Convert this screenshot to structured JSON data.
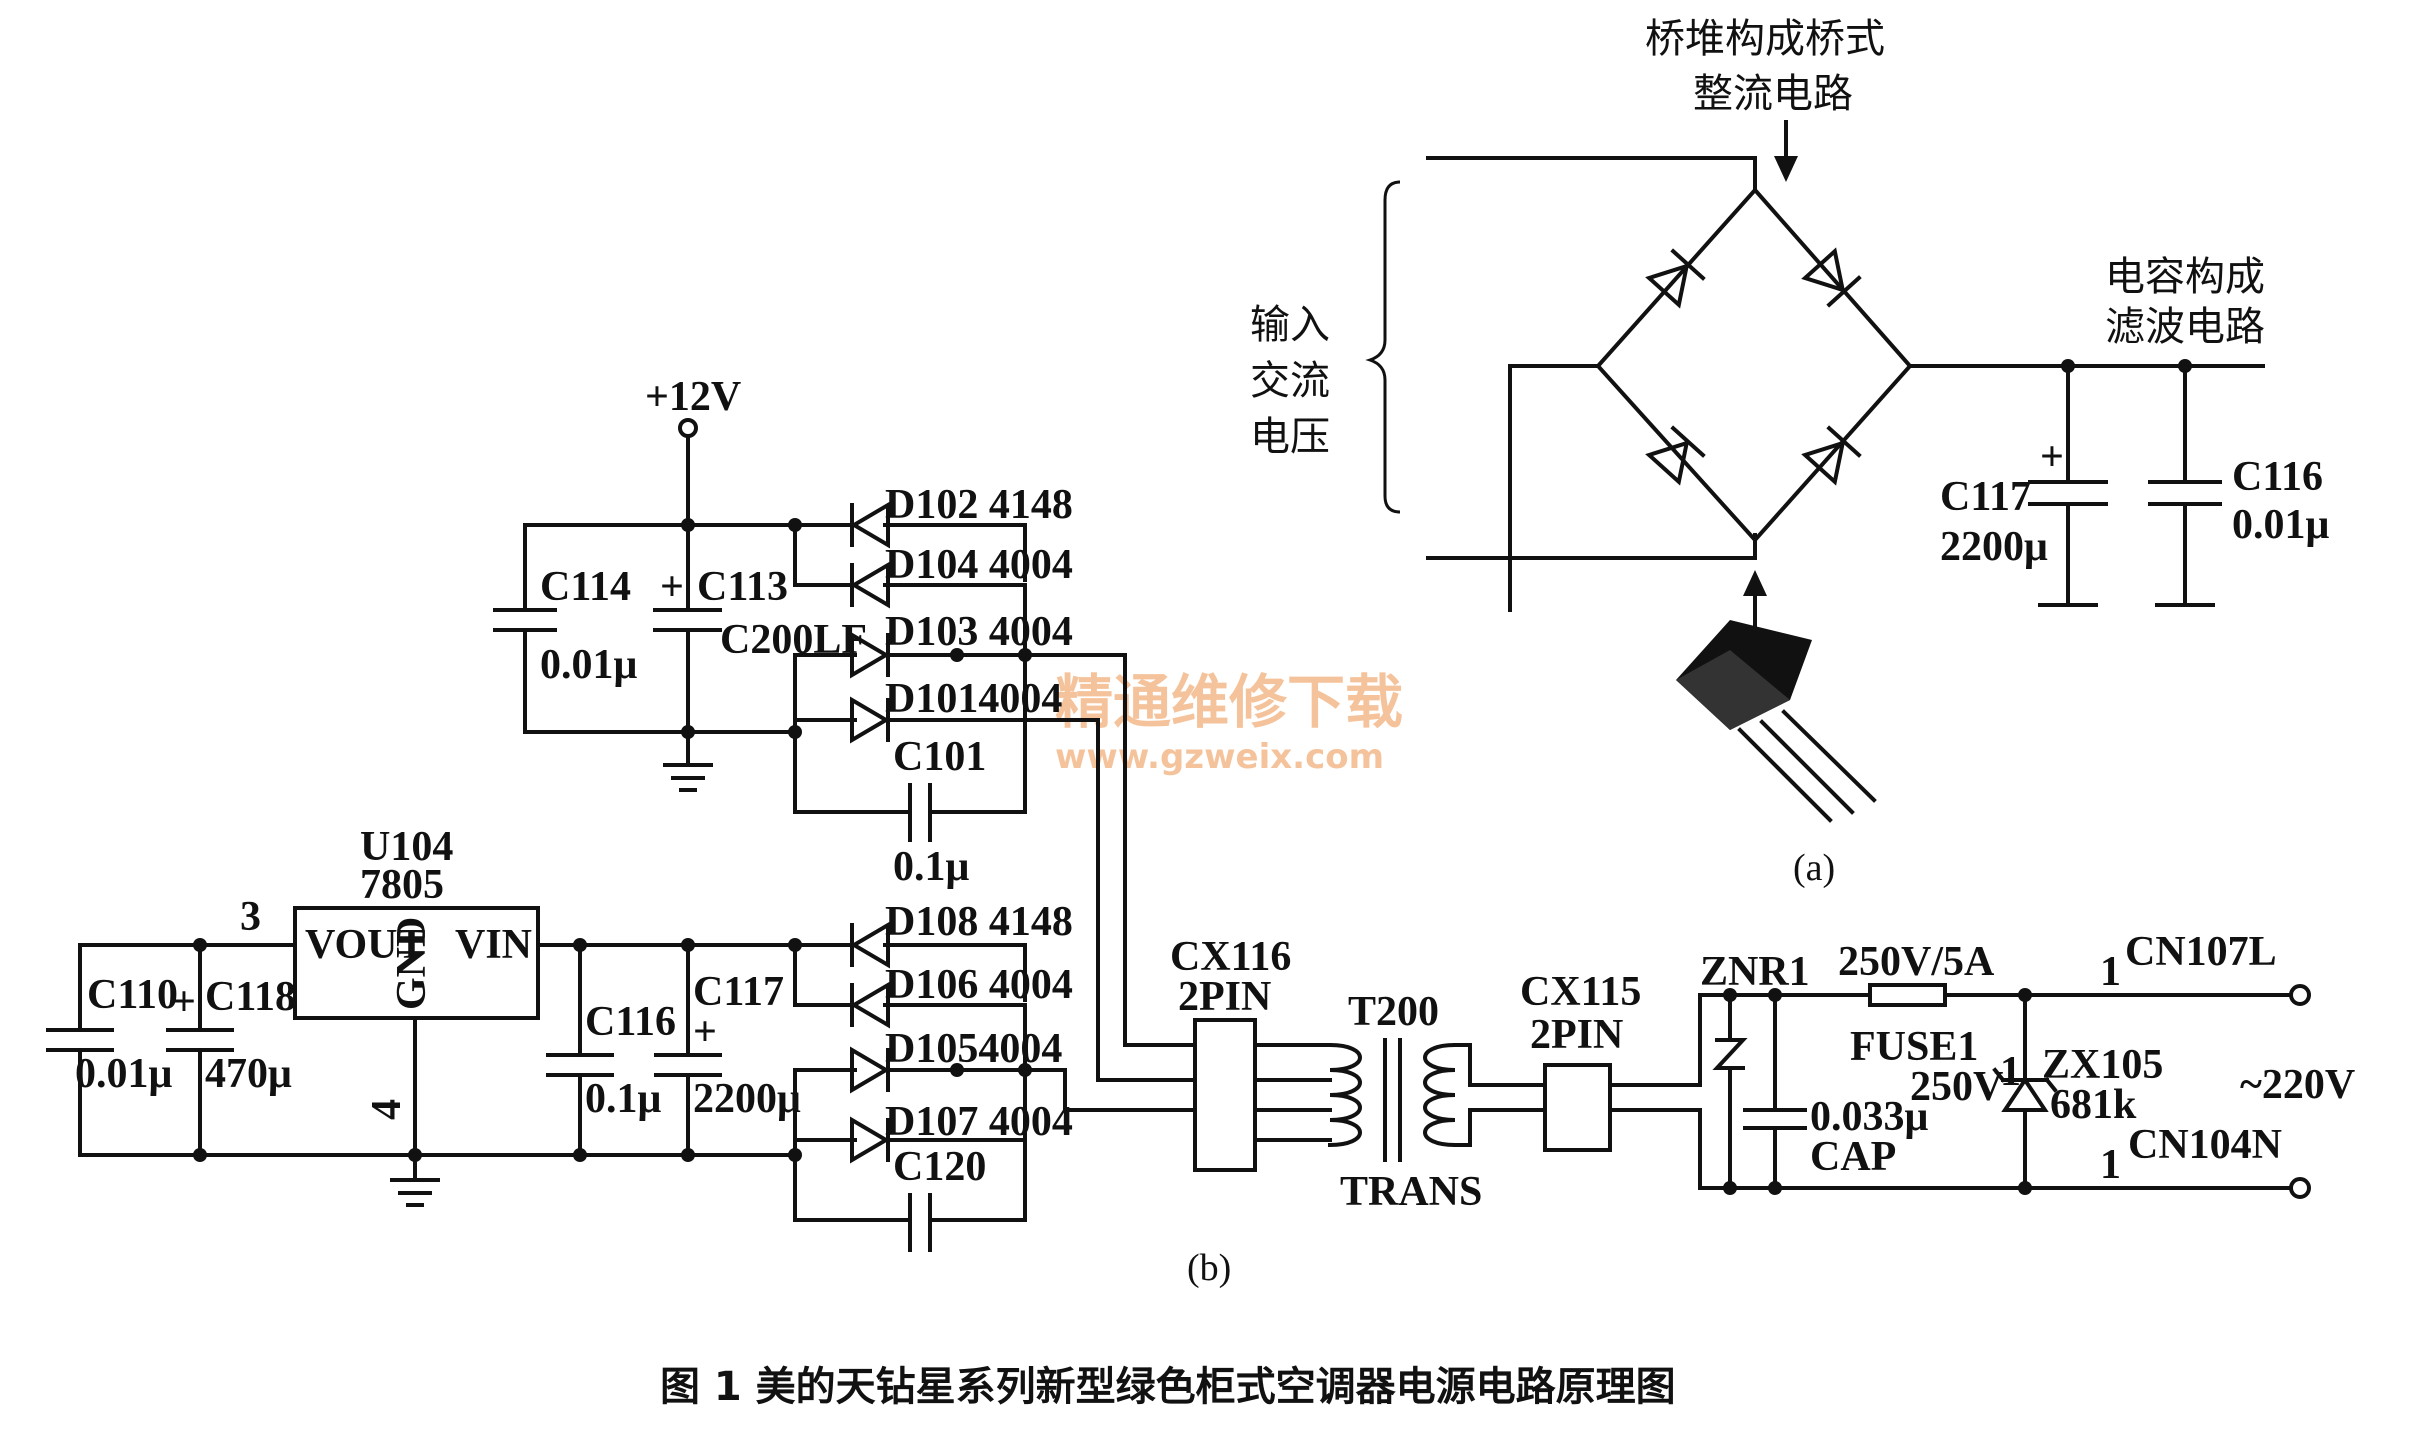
{
  "watermark": {
    "title": "精通维修下载",
    "url": "www.gzweix.com"
  },
  "caption": "图 1 美的天钻星系列新型绿色柜式空调器电源电路原理图",
  "part_a": {
    "label": "(a)",
    "rectifier_note_line1": "桥堆构成桥式",
    "rectifier_note_line2": "整流电路",
    "input_line1": "输入",
    "input_line2": "交流",
    "input_line3": "电压",
    "filter_note_line1": "电容构成",
    "filter_note_line2": "滤波电路",
    "c117_name": "C117",
    "c117_value": "2200μ",
    "c116_name": "C116",
    "c116_value": "0.01μ",
    "plus": "+"
  },
  "part_b": {
    "label": "(b)",
    "v12": "+12V",
    "c114_name": "C114",
    "c114_value": "0.01μ",
    "c113_name": "C113",
    "c113_value": "C200LF",
    "d102": "D102 4148",
    "d104": "D104 4004",
    "d103": "D103 4004",
    "d101": "D1014004",
    "c101_name": "C101",
    "c101_value": "0.1μ",
    "u104_name": "U104",
    "u104_part": "7805",
    "pin3": "3",
    "pin4": "4",
    "vout": "VOUT",
    "vin": "VIN",
    "gnd": "GND",
    "c110_name": "C110",
    "c110_value": "0.01μ",
    "c118_name": "C118",
    "c118_value": "470μ",
    "c116_name": "C116",
    "c116_value": "0.1μ",
    "c117_name": "C117",
    "c117_value": "2200μ",
    "d108": "D108 4148",
    "d106": "D106 4004",
    "d105": "D1054004",
    "d107": "D107 4004",
    "c120_name": "C120",
    "cx116_name": "CX116",
    "cx116_type": "2PIN",
    "t200_name": "T200",
    "t200_type": "TRANS",
    "cx115_name": "CX115",
    "cx115_type": "2PIN",
    "znr1": "ZNR1",
    "fuse_rating": "250V/5A",
    "fuse_name": "FUSE1",
    "cap_value": "0.033μ",
    "cap_voltage": "250V",
    "cap_name": "CAP",
    "zx105_name": "ZX105",
    "zx105_value": "681k",
    "cn107": "CN107L",
    "cn104": "CN104N",
    "pin1": "1",
    "ac220": "~220V",
    "plus": "+"
  }
}
